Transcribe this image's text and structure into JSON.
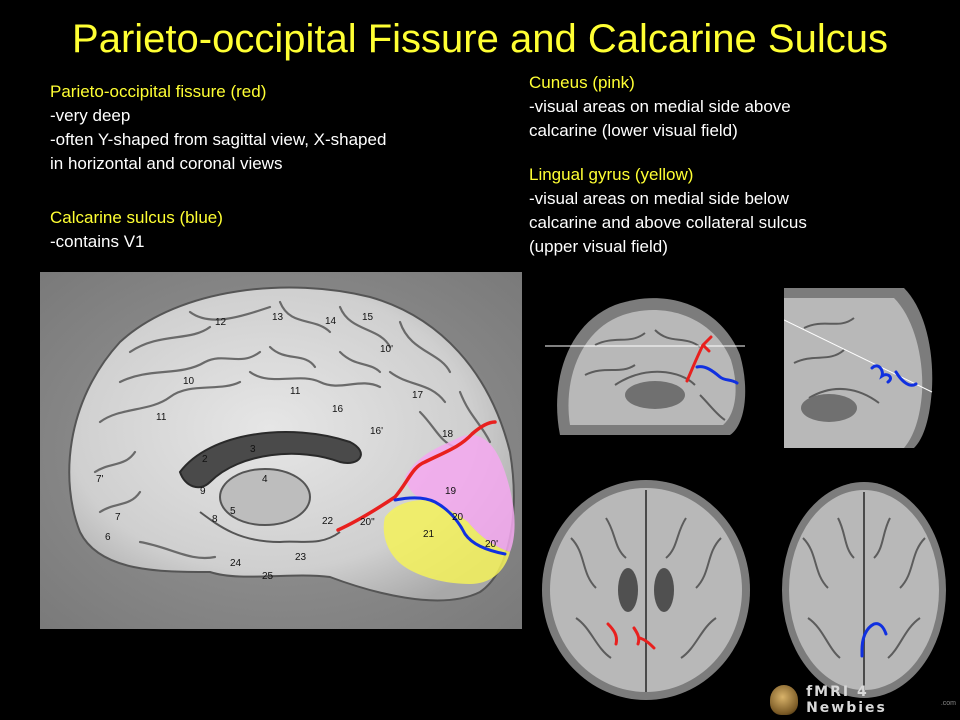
{
  "slide": {
    "title": "Parieto-occipital Fissure and Calcarine Sulcus"
  },
  "parieto_occipital": {
    "heading": "Parieto-occipital fissure (red)",
    "lines": [
      "-very deep",
      "-often Y-shaped from sagittal view, X-shaped",
      "in horizontal and coronal views"
    ]
  },
  "calcarine": {
    "heading": "Calcarine sulcus (blue)",
    "lines": [
      "-contains V1"
    ]
  },
  "cuneus": {
    "heading": "Cuneus (pink)",
    "lines": [
      "-visual areas on medial side above",
      "calcarine (lower visual field)"
    ]
  },
  "lingual": {
    "heading": "Lingual gyrus (yellow)",
    "lines": [
      "-visual areas on medial side below",
      "calcarine and above collateral sulcus",
      "(upper visual field)"
    ]
  },
  "brain_labels": [
    "12",
    "13",
    "14",
    "15",
    "10",
    "10'",
    "11",
    "11",
    "16",
    "16'",
    "17",
    "18",
    "19",
    "20",
    "20'",
    "20\"",
    "21",
    "22",
    "23",
    "24",
    "25",
    "2",
    "3",
    "4",
    "5",
    "6",
    "7",
    "7'",
    "9",
    "8"
  ],
  "colors": {
    "title": "#ffff33",
    "parieto_occipital": "#e8201e",
    "calcarine": "#1030e0",
    "cuneus": "#f4a8f0",
    "lingual": "#f4f25a"
  },
  "logo": {
    "main": "fMRI 4 Newbies",
    "sub": ".com"
  }
}
